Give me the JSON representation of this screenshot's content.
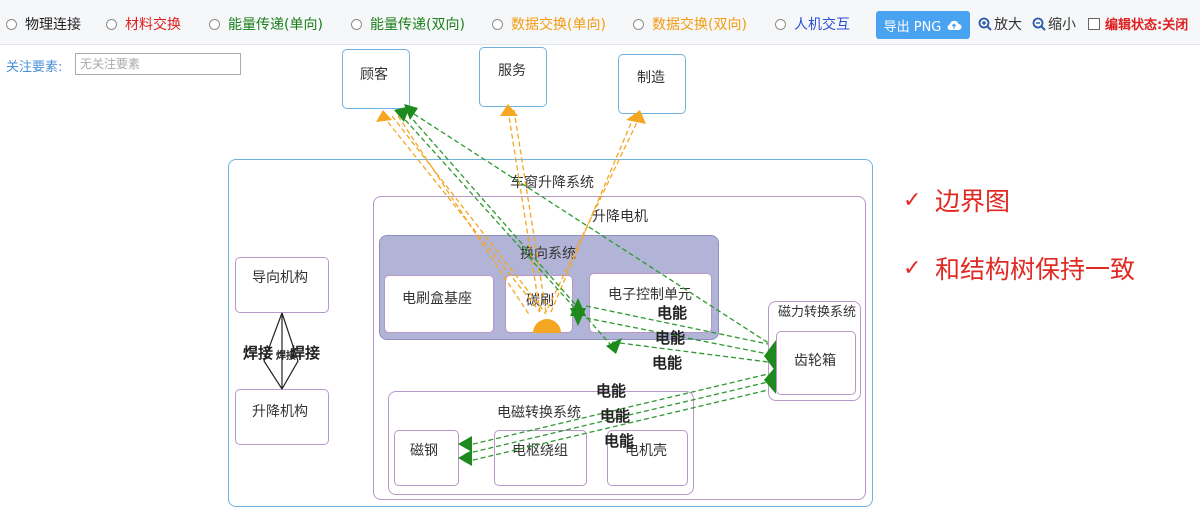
{
  "toolbar": {
    "filters": [
      {
        "label": "物理连接",
        "color": "#222222"
      },
      {
        "label": "材料交换",
        "color": "#e02020"
      },
      {
        "label": "能量传递(单向)",
        "color": "#1a7f1a"
      },
      {
        "label": "能量传递(双向)",
        "color": "#1a7f1a"
      },
      {
        "label": "数据交换(单向)",
        "color": "#f39c12"
      },
      {
        "label": "数据交换(双向)",
        "color": "#f39c12"
      },
      {
        "label": "人机交互",
        "color": "#2a4fd6"
      }
    ],
    "export_label": "导出 PNG",
    "zoom_in_label": "放大",
    "zoom_out_label": "缩小",
    "edit_state_label": "编辑状态:关闭"
  },
  "focus": {
    "label": "关注要素:",
    "placeholder": "无关注要素"
  },
  "diagram": {
    "customer": "顾客",
    "service": "服务",
    "manufacturing": "制造",
    "system": "车窗升降系统",
    "guide": "导向机构",
    "lifter": "升降机构",
    "weld_left": "焊接",
    "weld_mid": "焊接",
    "weld_right": "焊接",
    "motor": "升降电机",
    "commutation": "换向系统",
    "brush_base": "电刷盒基座",
    "carbon_brush": "碳刷",
    "ecu": "电子控制单元",
    "magnetic": "磁力转换系统",
    "gearbox": "齿轮箱",
    "electromagnetic": "电磁转换系统",
    "magnet": "磁钢",
    "winding": "电枢绕组",
    "housing": "电机壳",
    "energy_1": "电能",
    "energy_2": "电能",
    "energy_3": "电能",
    "energy_4": "电能",
    "energy_5": "电能",
    "energy_6": "电能"
  },
  "notes": [
    {
      "check": "✓",
      "text": "边界图"
    },
    {
      "check": "✓",
      "text": "和结构树保持一致"
    }
  ],
  "colors": {
    "data_edge": "#f5a623",
    "energy_edge": "#2e9a2e",
    "commutation_fill": "#b1b4d6",
    "export_button": "#4aa3f0"
  }
}
